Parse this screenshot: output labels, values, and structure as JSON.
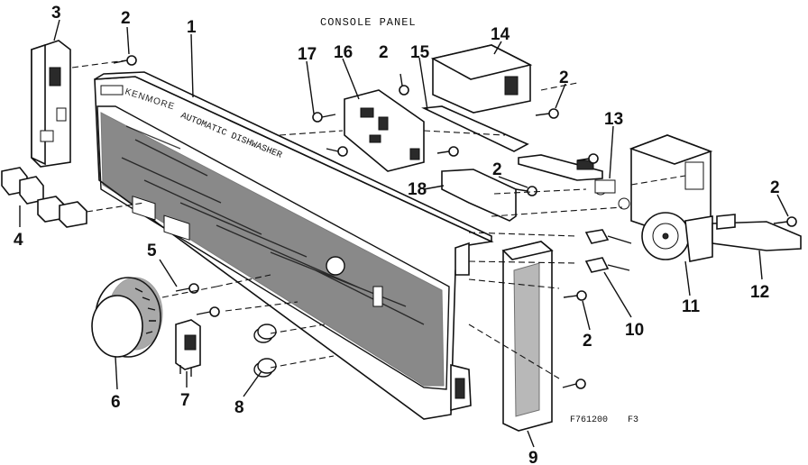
{
  "diagram": {
    "title": "CONSOLE PANEL",
    "brand_text": "KENMORE",
    "brand_sub": "AUTOMATIC DISHWASHER",
    "figure_code": "F761200",
    "figure_suffix": "F3",
    "callouts": [
      {
        "id": "c1",
        "label": "1"
      },
      {
        "id": "c2a",
        "label": "2"
      },
      {
        "id": "c2b",
        "label": "2"
      },
      {
        "id": "c2c",
        "label": "2"
      },
      {
        "id": "c2d",
        "label": "2"
      },
      {
        "id": "c2e",
        "label": "2"
      },
      {
        "id": "c2f",
        "label": "2"
      },
      {
        "id": "c3",
        "label": "3"
      },
      {
        "id": "c4",
        "label": "4"
      },
      {
        "id": "c5",
        "label": "5"
      },
      {
        "id": "c6",
        "label": "6"
      },
      {
        "id": "c7",
        "label": "7"
      },
      {
        "id": "c8",
        "label": "8"
      },
      {
        "id": "c9",
        "label": "9"
      },
      {
        "id": "c10",
        "label": "10"
      },
      {
        "id": "c11",
        "label": "11"
      },
      {
        "id": "c12",
        "label": "12"
      },
      {
        "id": "c13",
        "label": "13"
      },
      {
        "id": "c14",
        "label": "14"
      },
      {
        "id": "c15",
        "label": "15"
      },
      {
        "id": "c16",
        "label": "16"
      },
      {
        "id": "c17",
        "label": "17"
      },
      {
        "id": "c18",
        "label": "18"
      }
    ]
  }
}
